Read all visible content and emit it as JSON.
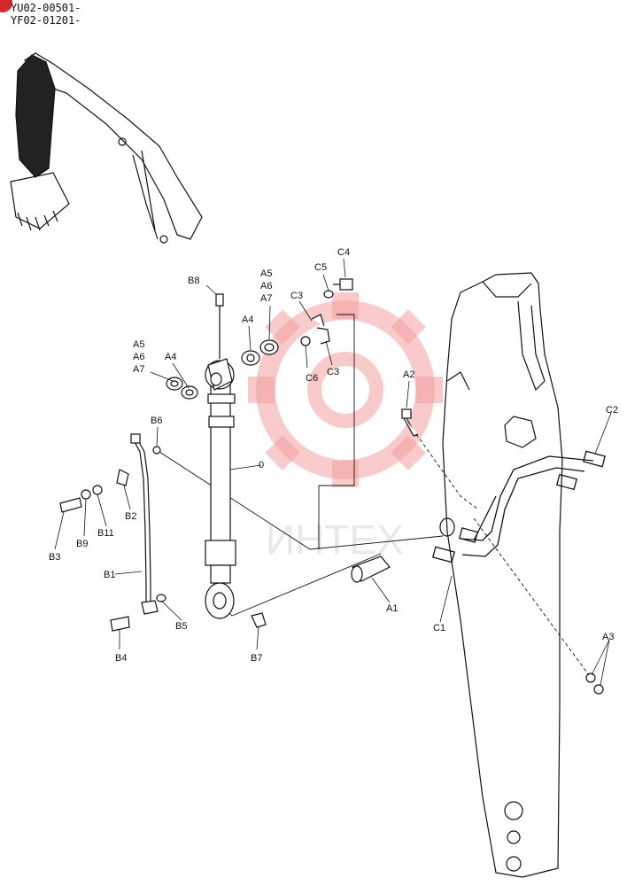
{
  "header": {
    "serial_1": "YU02-00501-",
    "serial_2": "YF02-01201-",
    "badge_color": "#d62828"
  },
  "watermark": {
    "text": "ИНТЕХ",
    "color": "#f4a0a0"
  },
  "callouts": {
    "B8": "B8",
    "A5a": "A5",
    "A6a": "A6",
    "A7a": "A7",
    "A4a": "A4",
    "C3a": "C3",
    "C5": "C5",
    "C4": "C4",
    "C6": "C6",
    "C3b": "C3",
    "A5b": "A5",
    "A6b": "A6",
    "A7b": "A7",
    "A4b": "A4",
    "B6": "B6",
    "part0": "0",
    "A2": "A2",
    "C2": "C2",
    "B2": "B2",
    "B3": "B3",
    "B9": "B9",
    "B11": "B11",
    "B1": "B1",
    "B5": "B5",
    "B4": "B4",
    "B7": "B7",
    "A1": "A1",
    "C1": "C1",
    "A3": "A3"
  }
}
